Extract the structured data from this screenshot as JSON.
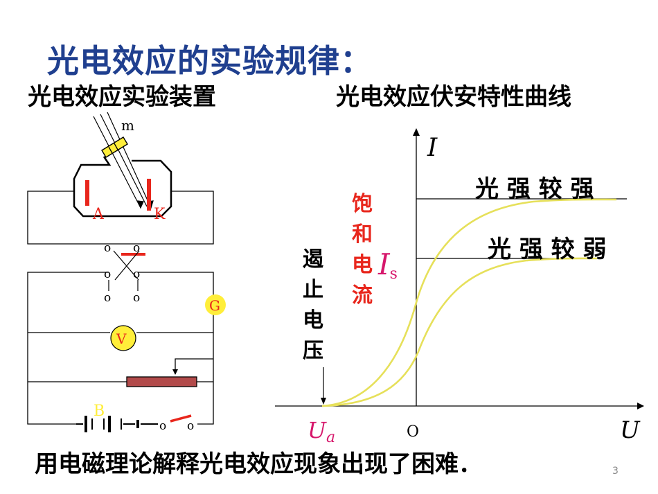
{
  "title": "光电效应的实验规律：",
  "left_heading": "光电效应实验装置",
  "right_heading": "光电效应伏安特性曲线",
  "bottom_text": "用电磁理论解释光电效应现象出现了困难．",
  "page_number": "3",
  "apparatus": {
    "label_m": "m",
    "label_anode": "A",
    "label_cathode": "K",
    "label_galvanometer": "G",
    "label_voltmeter": "V",
    "label_battery": "B",
    "switch_terminal": "o"
  },
  "graph": {
    "y_axis_label": "I",
    "x_axis_label": "U",
    "origin_label": "O",
    "stop_voltage_main": "U",
    "stop_voltage_sub": "a",
    "stop_voltage_text": [
      "遏",
      "止",
      "电",
      "压"
    ],
    "saturation_text": [
      "饱",
      "和",
      "电",
      "流"
    ],
    "saturation_symbol": "I",
    "saturation_sub": "s",
    "curve_strong_label": "光 强 较 强",
    "curve_weak_label": "光 强 较 弱"
  },
  "colors": {
    "title": "#1f3f8f",
    "accent_red": "#e8261c",
    "accent_magenta": "#d6176b",
    "curve_yellow": "#e6e05a",
    "meter_fill": "#ffee3a",
    "rheostat": "#b24a4a"
  }
}
